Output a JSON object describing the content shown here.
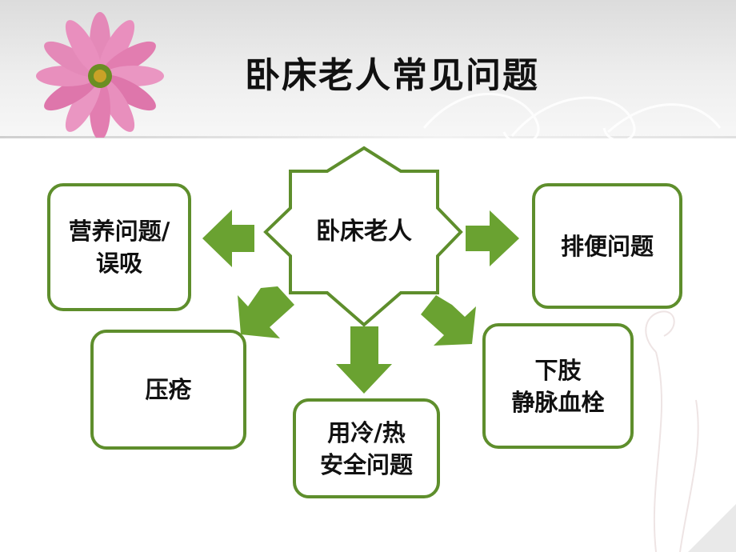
{
  "title": "卧床老人常见问题",
  "center": {
    "label": "卧床老人"
  },
  "nodes": [
    {
      "id": "nutrition",
      "label": "营养问题/\n误吸"
    },
    {
      "id": "bowel",
      "label": "排便问题"
    },
    {
      "id": "pressure",
      "label": "压疮"
    },
    {
      "id": "safety",
      "label": "用冷/热\n安全问题"
    },
    {
      "id": "thrombosis",
      "label": "下肢\n静脉血栓"
    }
  ],
  "colors": {
    "border": "#5e8e2c",
    "arrow": "#6aa231",
    "star_border": "#5e8e2c"
  }
}
